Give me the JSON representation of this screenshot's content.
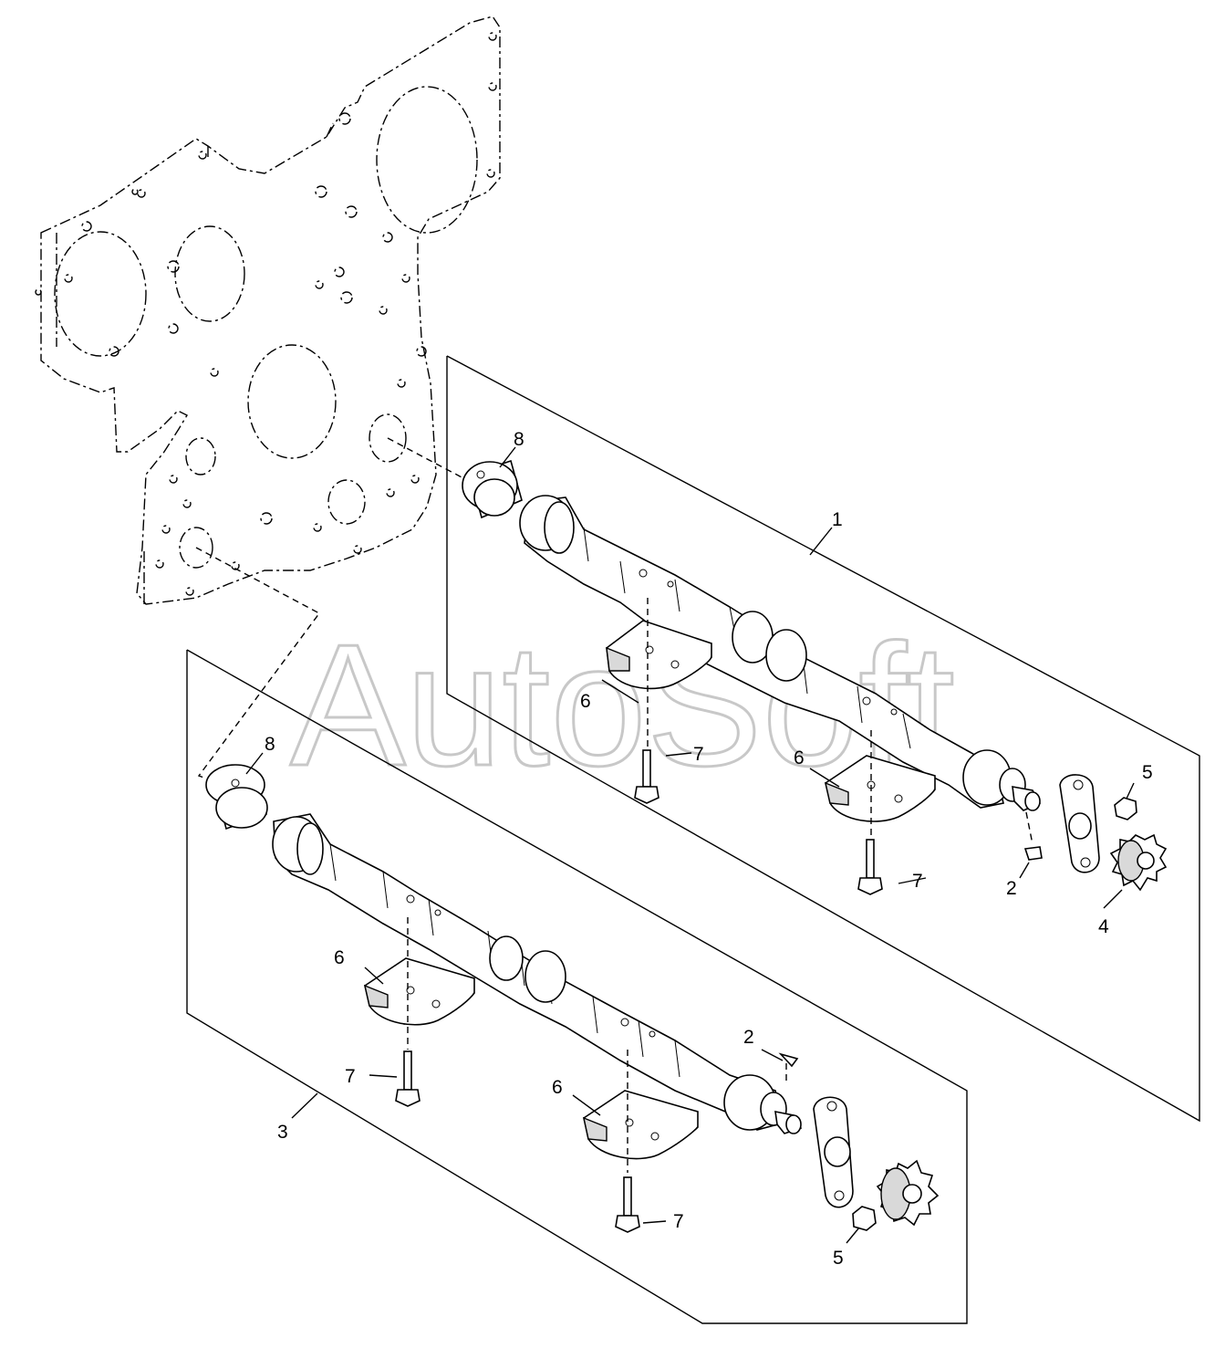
{
  "watermark": "AutoSoft",
  "callouts": {
    "assembly_upper": "1",
    "key_upper": "2",
    "key_lower": "2",
    "assembly_lower": "3",
    "gear_upper": "4",
    "screw_upper": "5",
    "screw_lower": "5",
    "bearing_cap_upper_left": "6",
    "bearing_cap_upper_right": "6",
    "bearing_cap_lower_left": "6",
    "bearing_cap_lower_right": "6",
    "bolt_upper_left": "7",
    "bolt_upper_right": "7",
    "bolt_lower_left": "7",
    "bolt_lower_right": "7",
    "bushing_upper": "8",
    "bushing_lower": "8"
  }
}
